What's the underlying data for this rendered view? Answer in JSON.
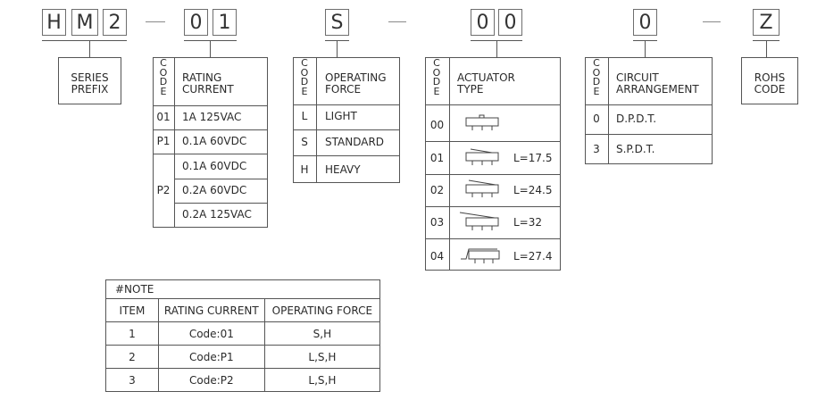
{
  "part_number": {
    "prefix_chars": [
      "H",
      "M",
      "2"
    ],
    "rating_chars": [
      "0",
      "1"
    ],
    "force_char": "S",
    "actuator_chars": [
      "0",
      "0"
    ],
    "circuit_char": "0",
    "rohs_char": "Z"
  },
  "series": {
    "line1": "SERIES",
    "line2": "PREFIX"
  },
  "code_letters": [
    "C",
    "O",
    "D",
    "E"
  ],
  "rating": {
    "header_line1": "RATING",
    "header_line2": "CURRENT",
    "rows": [
      {
        "code": "01",
        "value": "1A 125VAC"
      },
      {
        "code": "P1",
        "value": "0.1A 60VDC"
      },
      {
        "code": "P2",
        "values": [
          "0.1A 60VDC",
          "0.2A 60VDC",
          "0.2A 125VAC"
        ]
      }
    ]
  },
  "force": {
    "header_line1": "OPERATING",
    "header_line2": "FORCE",
    "rows": [
      {
        "code": "L",
        "label": "LIGHT"
      },
      {
        "code": "S",
        "label": "STANDARD"
      },
      {
        "code": "H",
        "label": "HEAVY"
      }
    ]
  },
  "actuator": {
    "header_line1": "ACTUATOR",
    "header_line2": "TYPE",
    "rows": [
      {
        "code": "00",
        "icon": "pin-plunger-icon",
        "length": ""
      },
      {
        "code": "01",
        "icon": "short-lever-icon",
        "length": "L=17.5"
      },
      {
        "code": "02",
        "icon": "medium-lever-icon",
        "length": "L=24.5"
      },
      {
        "code": "03",
        "icon": "long-lever-icon",
        "length": "L=32"
      },
      {
        "code": "04",
        "icon": "bent-lever-icon",
        "length": "L=27.4"
      }
    ]
  },
  "circuit": {
    "header_line1": "CIRCUIT",
    "header_line2": "ARRANGEMENT",
    "rows": [
      {
        "code": "0",
        "label": "D.P.D.T."
      },
      {
        "code": "3",
        "label": "S.P.D.T."
      }
    ]
  },
  "rohs": {
    "line1": "ROHS",
    "line2": "CODE"
  },
  "note": {
    "title": "#NOTE",
    "headers": [
      "ITEM",
      "RATING CURRENT",
      "OPERATING FORCE"
    ],
    "rows": [
      [
        "1",
        "Code:01",
        "S,H"
      ],
      [
        "2",
        "Code:P1",
        "L,S,H"
      ],
      [
        "3",
        "Code:P2",
        "L,S,H"
      ]
    ]
  }
}
